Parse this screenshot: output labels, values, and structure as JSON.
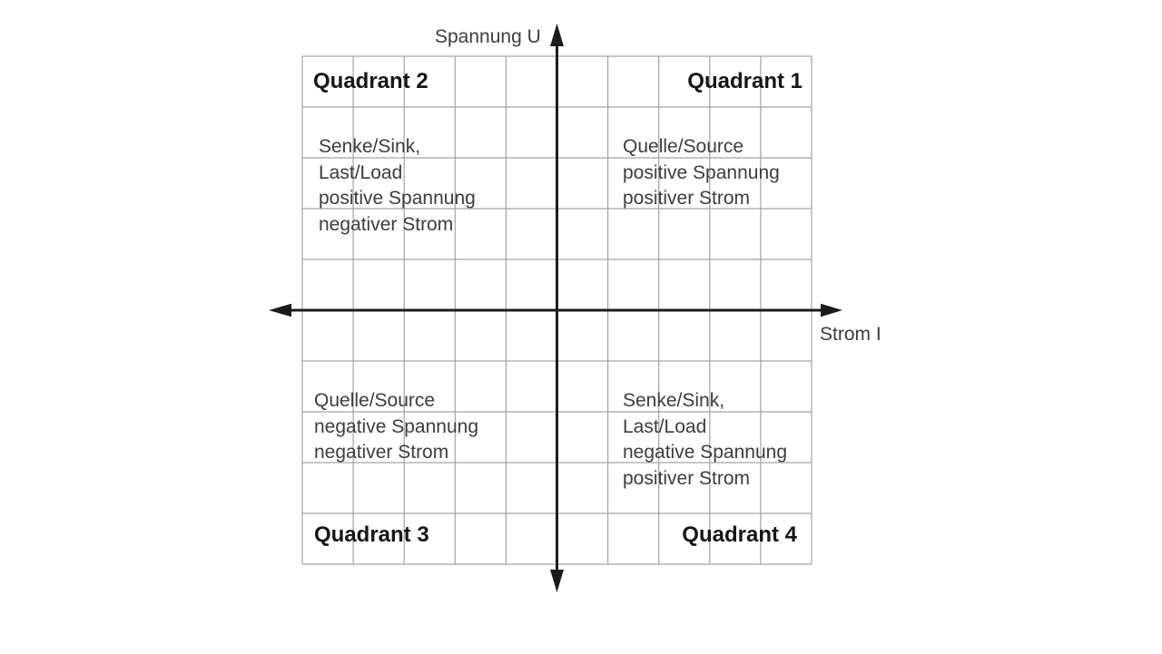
{
  "diagram": {
    "y_axis_label": "Spannung U",
    "x_axis_label": "Strom I",
    "quadrant1": {
      "title": "Quadrant 1",
      "lines": [
        "Quelle/Source",
        "positive Spannung",
        "positiver Strom"
      ]
    },
    "quadrant2": {
      "title": "Quadrant 2",
      "lines": [
        "Senke/Sink,",
        "Last/Load",
        "positive Spannung",
        "negativer Strom"
      ]
    },
    "quadrant3": {
      "title": "Quadrant 3",
      "lines": [
        "Quelle/Source",
        "negative Spannung",
        "negativer Strom"
      ]
    },
    "quadrant4": {
      "title": "Quadrant 4",
      "lines": [
        "Senke/Sink,",
        "Last/Load",
        "negative Spannung",
        "positiver Strom"
      ]
    }
  },
  "colors": {
    "background": "#ffffff",
    "grid_line": "#a3a3a3",
    "axis_line": "#1c1c1c",
    "body_text": "#3d3d3d",
    "title_text": "#161616"
  }
}
